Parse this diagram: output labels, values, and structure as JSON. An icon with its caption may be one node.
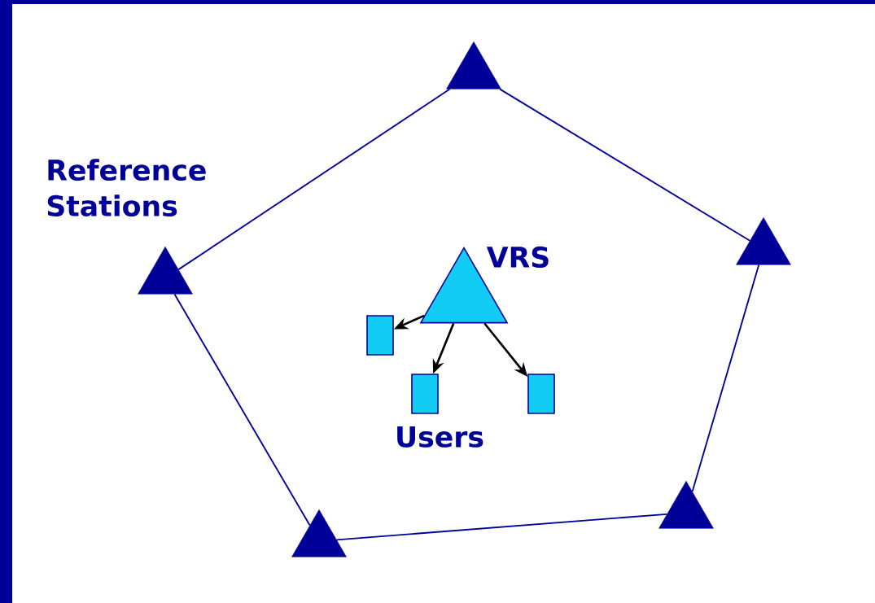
{
  "diagram": {
    "nodes": [
      {
        "text": [],
        "shape": "triangle"
      },
      {
        "text": [],
        "shape": "triangle"
      },
      {
        "text": [],
        "shape": "triangle"
      },
      {
        "text": [],
        "shape": "triangle"
      },
      {
        "text": [],
        "shape": "triangle"
      },
      {
        "text": [
          "VRS"
        ]
      },
      {
        "text": [],
        "shape": "octagon"
      },
      {
        "text": [],
        "shape": "octagon"
      },
      {
        "text": [],
        "shape": "octagon"
      }
    ],
    "edges": [
      {
        "from": 0,
        "to": 2,
        "arrow": "none"
      },
      {
        "from": 0,
        "to": 1,
        "arrow": "none"
      },
      {
        "from": 1,
        "to": 3,
        "arrow": "none"
      },
      {
        "from": 3,
        "to": 4,
        "arrow": "none"
      },
      {
        "from": 4,
        "to": 2,
        "arrow": "none"
      },
      {
        "from": 5,
        "to": 6,
        "arrow": "to",
        "color": "#000000"
      },
      {
        "from": 5,
        "to": 7,
        "arrow": "to",
        "color": "#000000"
      },
      {
        "from": 5,
        "to": 8,
        "arrow": "to",
        "color": "#000000"
      }
    ],
    "labels": [
      "Reference Stations",
      "Users"
    ]
  }
}
